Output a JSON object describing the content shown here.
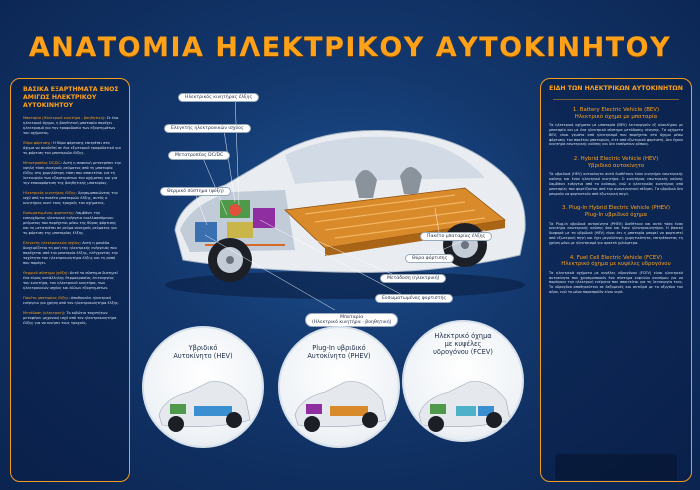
{
  "title": "ΑΝΑΤΟΜΙΑ ΗΛΕΚΤΡΙΚΟΥ ΑΥΤΟΚΙΝΗΤΟΥ",
  "left_panel": {
    "heading": "ΒΑΣΙΚΑ ΕΞΑΡΤΗΜΑΤΑ ΕΝΟΣ ΑΜΙΓΩΣ ΗΛΕΚΤΡΙΚΟΥ ΑΥΤΟΚΙΝΗΤΟΥ",
    "items": [
      {
        "term": "Μπαταρία (Ηλεκτρικό κινητήρα - βοηθητική)",
        "text": ": Σε ένα ηλεκτρικό όχημα, η βοηθητική μπαταρία παρέχει ηλεκτρισμό για την τροφοδοσία των εξαρτημάτων του οχήματος."
      },
      {
        "term": "Θύρα φόρτισης",
        "text": ": Η θύρα φόρτισης επιτρέπει στο όχημα να συνδεθεί σε ένα εξωτερικό τροφοδοτικό για τη φόρτιση του μπαταριών έλξης."
      },
      {
        "term": "Μετατροπέας DC/DC",
        "text": ": Αυτή η συσκευή μετατρέπει την υψηλή τάση συνεχούς ρεύματος από τη μπαταρία έλξης στη χαμηλότερη τάση που απαιτείται για τη λειτουργία των εξαρτημάτων του οχήματος και για την επαναφόρτιση της βοηθητικής μπαταρίας."
      },
      {
        "term": "Ηλεκτρικός κινητήρας έλξης",
        "text": ": Χρησιμοποιώντας την ισχύ από το πακέτο μπαταριών έλξης, αυτός ο κινητήρας κινεί τους τροχούς του οχήματος."
      },
      {
        "term": "Ενσωματωμένος φορτιστής",
        "text": ": Λαμβάνει την εισερχόμενη ηλεκτρική ενέργεια εναλλασσόμενου ρεύματος που παρέχεται μέσω της θύρας φόρτισης και τη μετατρέπει σε ρεύμα συνεχούς ρεύματος για τη φόρτιση της μπαταρίας έλξης."
      },
      {
        "term": "Ελεγκτής ηλεκτρονικών ισχύος",
        "text": ": Αυτή η μονάδα διαχειρίζεται τη ροή της ηλεκτρικής ενέργειας που παρέχεται από την μπαταρία έλξης, ελέγχοντας την ταχύτητα του ηλεκτροκινητήρα έλξης και τη ροπή που παράγει."
      },
      {
        "term": "Θερμικό σύστημα (ψύξη)",
        "text": ": Αυτό το σύστημα διατηρεί ένα εύρος κατάλληλης θερμοκρασίας λειτουργίας του κινητήρα, του ηλεκτρικού κινητήρα, των ηλεκτρονικών ισχύος και άλλων εξαρτημάτων."
      },
      {
        "term": "Πακέτο μπαταρίας έλξης",
        "text": ": Αποθηκεύει ηλεκτρική ενέργεια για χρήση από τον ηλεκτροκινητήρα έλξης."
      },
      {
        "term": "Μετάδοση (ηλεκτρική)",
        "text": ": Το κιβώτιο ταχυτήτων μεταφέρει μηχανική ισχύ από τον ηλεκτροκινητήρα έλξης για να κινήσει τους τροχούς."
      }
    ]
  },
  "right_panel": {
    "heading": "ΕΙΔΗ ΤΩΝ ΗΛΕΚΤΡΙΚΩΝ ΑΥΤΟΚΙΝΗΤΩΝ",
    "types": [
      {
        "title": "1. Battery Electric Vehicle (BEV)",
        "subtitle": "Ηλεκτρικό όχημα με μπαταρία",
        "desc": "Τα ηλεκτρικά οχήματα με μπαταρία (BEV) λειτουργούν εξ ολοκλήρου με μπαταρία και με ένα ηλεκτρικό σύστημα μετάδοσης κίνησης. Τα οχήματα BEV, είναι γεμάτα από ηλεκτρισμό που παρέχεται στο όχημα μέσω φόρτισης του πακέτου μπαταριών, είτε από εξωτερικό φορτιστή. Δεν έχουν κινητήρα εσωτερικής καύσης και δεν εκπέμπουν ρύπους."
      },
      {
        "title": "2. Hybrid Electric Vehicle (HEV)",
        "subtitle": "Υβριδικό αυτοκίνητο",
        "desc": "Τα υβριδικά (HEV) αυτοκίνητα αυτά διαθέτουν έναν κινητήρα εσωτερικής καύσης και έναν ηλεκτρικό κινητήρα. Ο κινητήρας εσωτερικής καύσης λαμβάνει ενέργεια από το καύσιμο, ενώ ο ηλεκτρικός κινητήρας από μπαταρίες που φορτίζονται από την αναγεννητική πέδηση. Τα υβριδικά δεν μπορούν να φορτιστούν από εξωτερική πηγή."
      },
      {
        "title": "3. Plug-In Hybrid Electric Vehicle (PHEV)",
        "subtitle": "Plug-In υβριδικό όχημα",
        "desc": "Τα Plug-In υβριδικά αυτοκίνητα (PHEV) διαθέτουν και αυτά τόσο έναν κινητήρα εσωτερικής καύσης όσο και έναν ηλεκτροκινητήρα. Η βασική διαφορά με τα υβριδικά (HEV) είναι ότι η μπαταρία μπορεί να φορτιστεί από εξωτερική πηγή και έχει μεγαλύτερη χωρητικότητα, επιτρέποντας τη χρήση μόνο με ηλεκτρισμό για αρκετά χιλιόμετρα."
      },
      {
        "title": "4. Fuel Cell Electric Vehicle (FCEV)",
        "subtitle": "Ηλεκτρικό όχημα με κυψέλες υδρογόνου",
        "desc": "Τα ηλεκτρικά οχήματα με κυψέλες υδρογόνου (FCEV) είναι ηλεκτρικά αυτοκίνητα που χρησιμοποιούν ένα σύστημα κυψελών καυσίμου για να παράγουν την ηλεκτρική ενέργεια που απαιτείται για τη λειτουργία τους. Το υδρογόνο αποθηκεύεται σε δεξαμενές και αντιδρά με το οξυγόνο του αέρα, ενώ το μόνο παραπροϊόν είναι νερό."
      }
    ]
  },
  "callouts": {
    "traction_motor": "Ηλεκτρικός κινητήρας έλξης",
    "power_controller": "Ελεγκτής ηλεκτρονικών ισχύος",
    "dcdc": "Μετατροπέας DC/DC",
    "thermal": "Θερμικό σύστημα (ψύξη)",
    "battery_pack": "Πακέτο μπαταρίας έλξης",
    "charge_port": "Θύρα φόρτισης",
    "transmission": "Μετάδοση (ηλεκτρική)",
    "onboard_charger": "Ενσωματωμένος φορτιστής",
    "aux_battery_l1": "Μπαταρία",
    "aux_battery_l2": "(Ηλεκτρικό κινητήρα - βοηθητική)"
  },
  "circles": [
    {
      "title_l1": "Υβριδικό",
      "title_l2": "Αυτοκίνητο (HEV)"
    },
    {
      "title_l1": "Plug-In υβριδικό",
      "title_l2": "Αυτοκίνητο (PHEV)"
    },
    {
      "title_l1": "Ηλεκτρικό όχημα",
      "title_l2": "με κυψέλες",
      "title_l3": "υδρογόνου (FCEV)"
    }
  ],
  "colors": {
    "accent": "#ffa21a",
    "background": "#13386e",
    "battery": "#d98a2b"
  }
}
